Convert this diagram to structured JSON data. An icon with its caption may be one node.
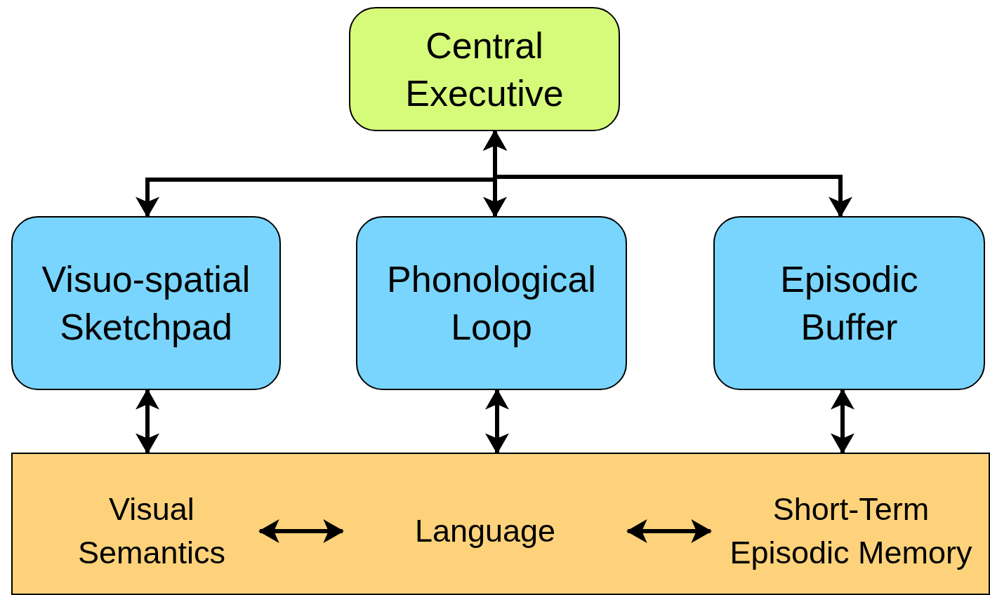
{
  "diagram": {
    "nodes": [
      {
        "text": [
          "Central Executive"
        ]
      },
      {
        "text": [
          "Visuo-spatial Sketchpad"
        ]
      },
      {
        "text": [
          "Phonological Loop"
        ]
      },
      {
        "text": [
          "Episodic Buffer"
        ]
      },
      {
        "text": [],
        "shape": "box"
      },
      {
        "text": [
          "Visual Semantics"
        ],
        "in": 4
      },
      {
        "text": [
          "Language"
        ],
        "in": 4
      },
      {
        "text": [
          "Short-Term Episodic Memory"
        ],
        "in": 4
      }
    ],
    "edges": [
      {
        "from": 0,
        "to": 1,
        "arrow": "both"
      },
      {
        "from": 0,
        "to": 2,
        "arrow": "both"
      },
      {
        "from": 0,
        "to": 3,
        "arrow": "both"
      },
      {
        "from": 1,
        "to": 4,
        "arrow": "both"
      },
      {
        "from": 2,
        "to": 4,
        "arrow": "both"
      },
      {
        "from": 3,
        "to": 4,
        "arrow": "both"
      },
      {
        "from": 5,
        "to": 6,
        "arrow": "both"
      },
      {
        "from": 6,
        "to": 7,
        "arrow": "both"
      }
    ]
  }
}
